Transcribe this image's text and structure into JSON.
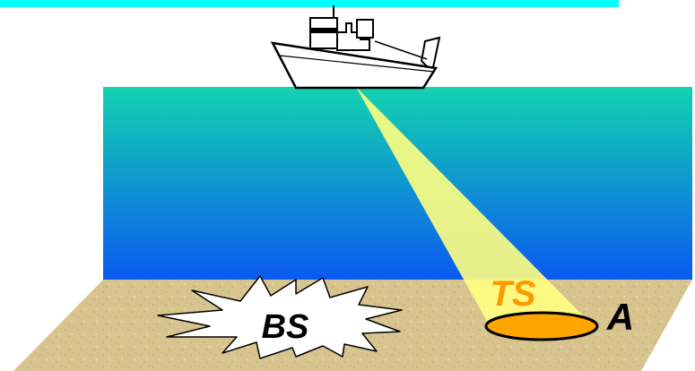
{
  "labels": {
    "target_strength": "TS",
    "backscatter": "BS",
    "area": "A"
  },
  "colors": {
    "top_banner": "#00FFFF",
    "water_top": "#14D2B0",
    "water_bottom": "#0A5AF0",
    "seabed": "#D8C48E",
    "beam": "#FFFF80",
    "footprint_fill": "#FFA500",
    "ts_label": "#FF9900",
    "outline": "#000000"
  },
  "icons": {
    "vessel": "boat-icon",
    "beam": "sonar-beam",
    "burst": "scatter-burst"
  }
}
